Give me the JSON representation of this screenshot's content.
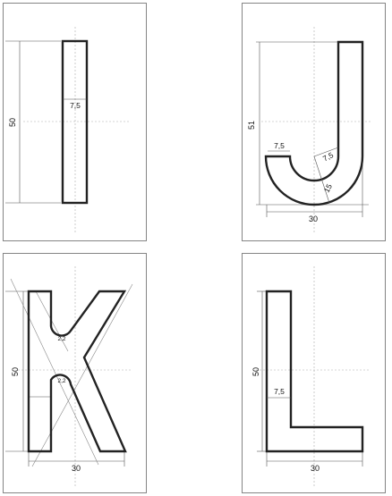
{
  "panels": {
    "i": {
      "dim_height": "50",
      "dim_width": "7,5"
    },
    "j": {
      "dim_height": "51",
      "dim_width": "30",
      "dim_stroke_left": "7,5",
      "dim_stroke_right": "7,5",
      "dim_radius": "15"
    },
    "k": {
      "dim_height": "50",
      "dim_width": "30",
      "dim_radius_top": "2,2",
      "dim_radius_bottom": "2,2"
    },
    "l": {
      "dim_height": "50",
      "dim_width": "30",
      "dim_stroke": "7,5"
    }
  }
}
